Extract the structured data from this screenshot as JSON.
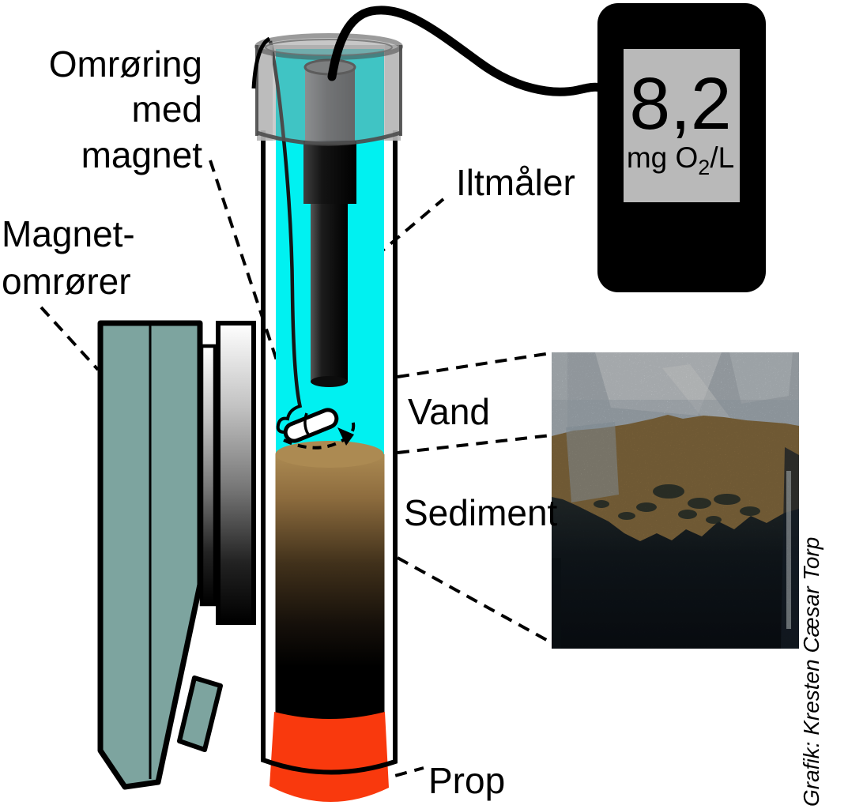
{
  "figure": {
    "labels": {
      "stirring": [
        "Omrøring",
        "med",
        "magnet"
      ],
      "magnetic_stirrer": [
        "Magnet-",
        "omrører"
      ],
      "oxygen_meter": "Iltmåler",
      "water": "Vand",
      "sediment": "Sediment",
      "stopper": "Prop"
    },
    "meter_display": {
      "value": "8,2",
      "unit_prefix": "mg O",
      "unit_sub": "2",
      "unit_suffix": "/L"
    },
    "credit": "Grafik: Kresten Cæsar Torp",
    "colors": {
      "water": "#00F1F1",
      "stirrer_body": "#7DA49F",
      "sediment_top": "#AC8A52",
      "stopper": "#F9390D",
      "device": "#000000",
      "screen": "#B9B9B9"
    }
  }
}
